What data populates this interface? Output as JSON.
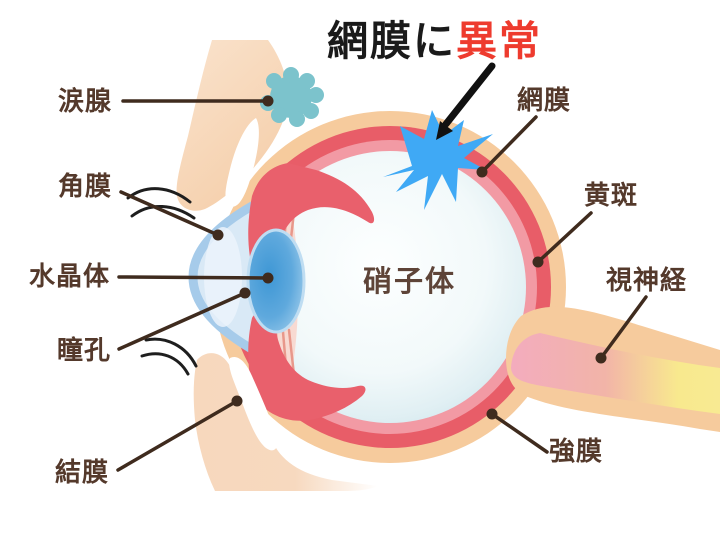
{
  "title": {
    "prefix": "網膜に",
    "highlight": "異常"
  },
  "center_label": "硝子体",
  "labels": {
    "lacrimal_gland": "涙腺",
    "cornea": "角膜",
    "lens": "水晶体",
    "pupil": "瞳孔",
    "conjunctiva": "結膜",
    "retina": "網膜",
    "macula": "黄斑",
    "optic_nerve": "視神経",
    "sclera": "強膜"
  },
  "palette": {
    "highlight_red_text": "#ee3b2e",
    "label_brown": "#54392b",
    "leader_line": "#3f2b1e",
    "sclera_peach": "#f6cb9d",
    "choroid_red": "#e85d68",
    "retina_pink": "#f29aa4",
    "vitreous_blue": "#cfe7ee",
    "lens_blue": "#3e97d5",
    "cornea_blue": "#a6cbea",
    "abnormality_blue": "#3fa9f5",
    "tear_gland_teal": "#7cc3cc",
    "optic_nerve_yellow": "#f8e98e",
    "optic_nerve_pink": "#f3acbe",
    "skin_peach": "#f8dcc3"
  }
}
